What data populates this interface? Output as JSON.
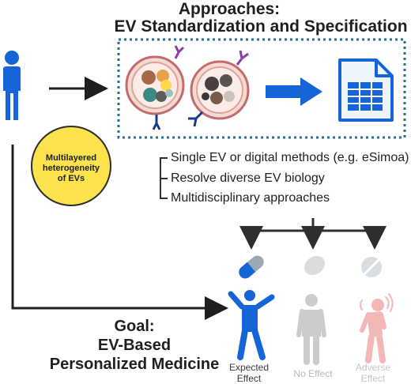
{
  "approaches": {
    "title_line1": "Approaches:",
    "title_line2": "EV Standardization and Specification"
  },
  "heterogeneity": {
    "line1": "Multilayered",
    "line2": "heterogeneity",
    "line3": "of EVs"
  },
  "methods": [
    "Single EV or digital methods (e.g. eSimoa)",
    "Resolve diverse EV biology",
    "Multidisciplinary approaches"
  ],
  "goal": {
    "line1": "Goal:",
    "line2": "EV-Based",
    "line3": "Personalized Medicine"
  },
  "outcomes": [
    {
      "line1": "Expected",
      "line2": "Effect"
    },
    {
      "line1": "No Effect",
      "line2": ""
    },
    {
      "line1": "Adverse",
      "line2": "Effect"
    }
  ],
  "colors": {
    "primary_blue": "#1565d8",
    "circle_yellow": "#fce34d",
    "dashed_border": "#2a6f8f",
    "gray_figure": "#cccccc",
    "adverse_pink": "#f2b8b8"
  },
  "icons": [
    "person-icon",
    "ev-vesicle-icon",
    "spreadsheet-document-icon",
    "pill-capsule-icon",
    "pill-oval-icon",
    "pill-round-icon",
    "expected-effect-figure-icon",
    "no-effect-figure-icon",
    "adverse-effect-figure-icon"
  ]
}
